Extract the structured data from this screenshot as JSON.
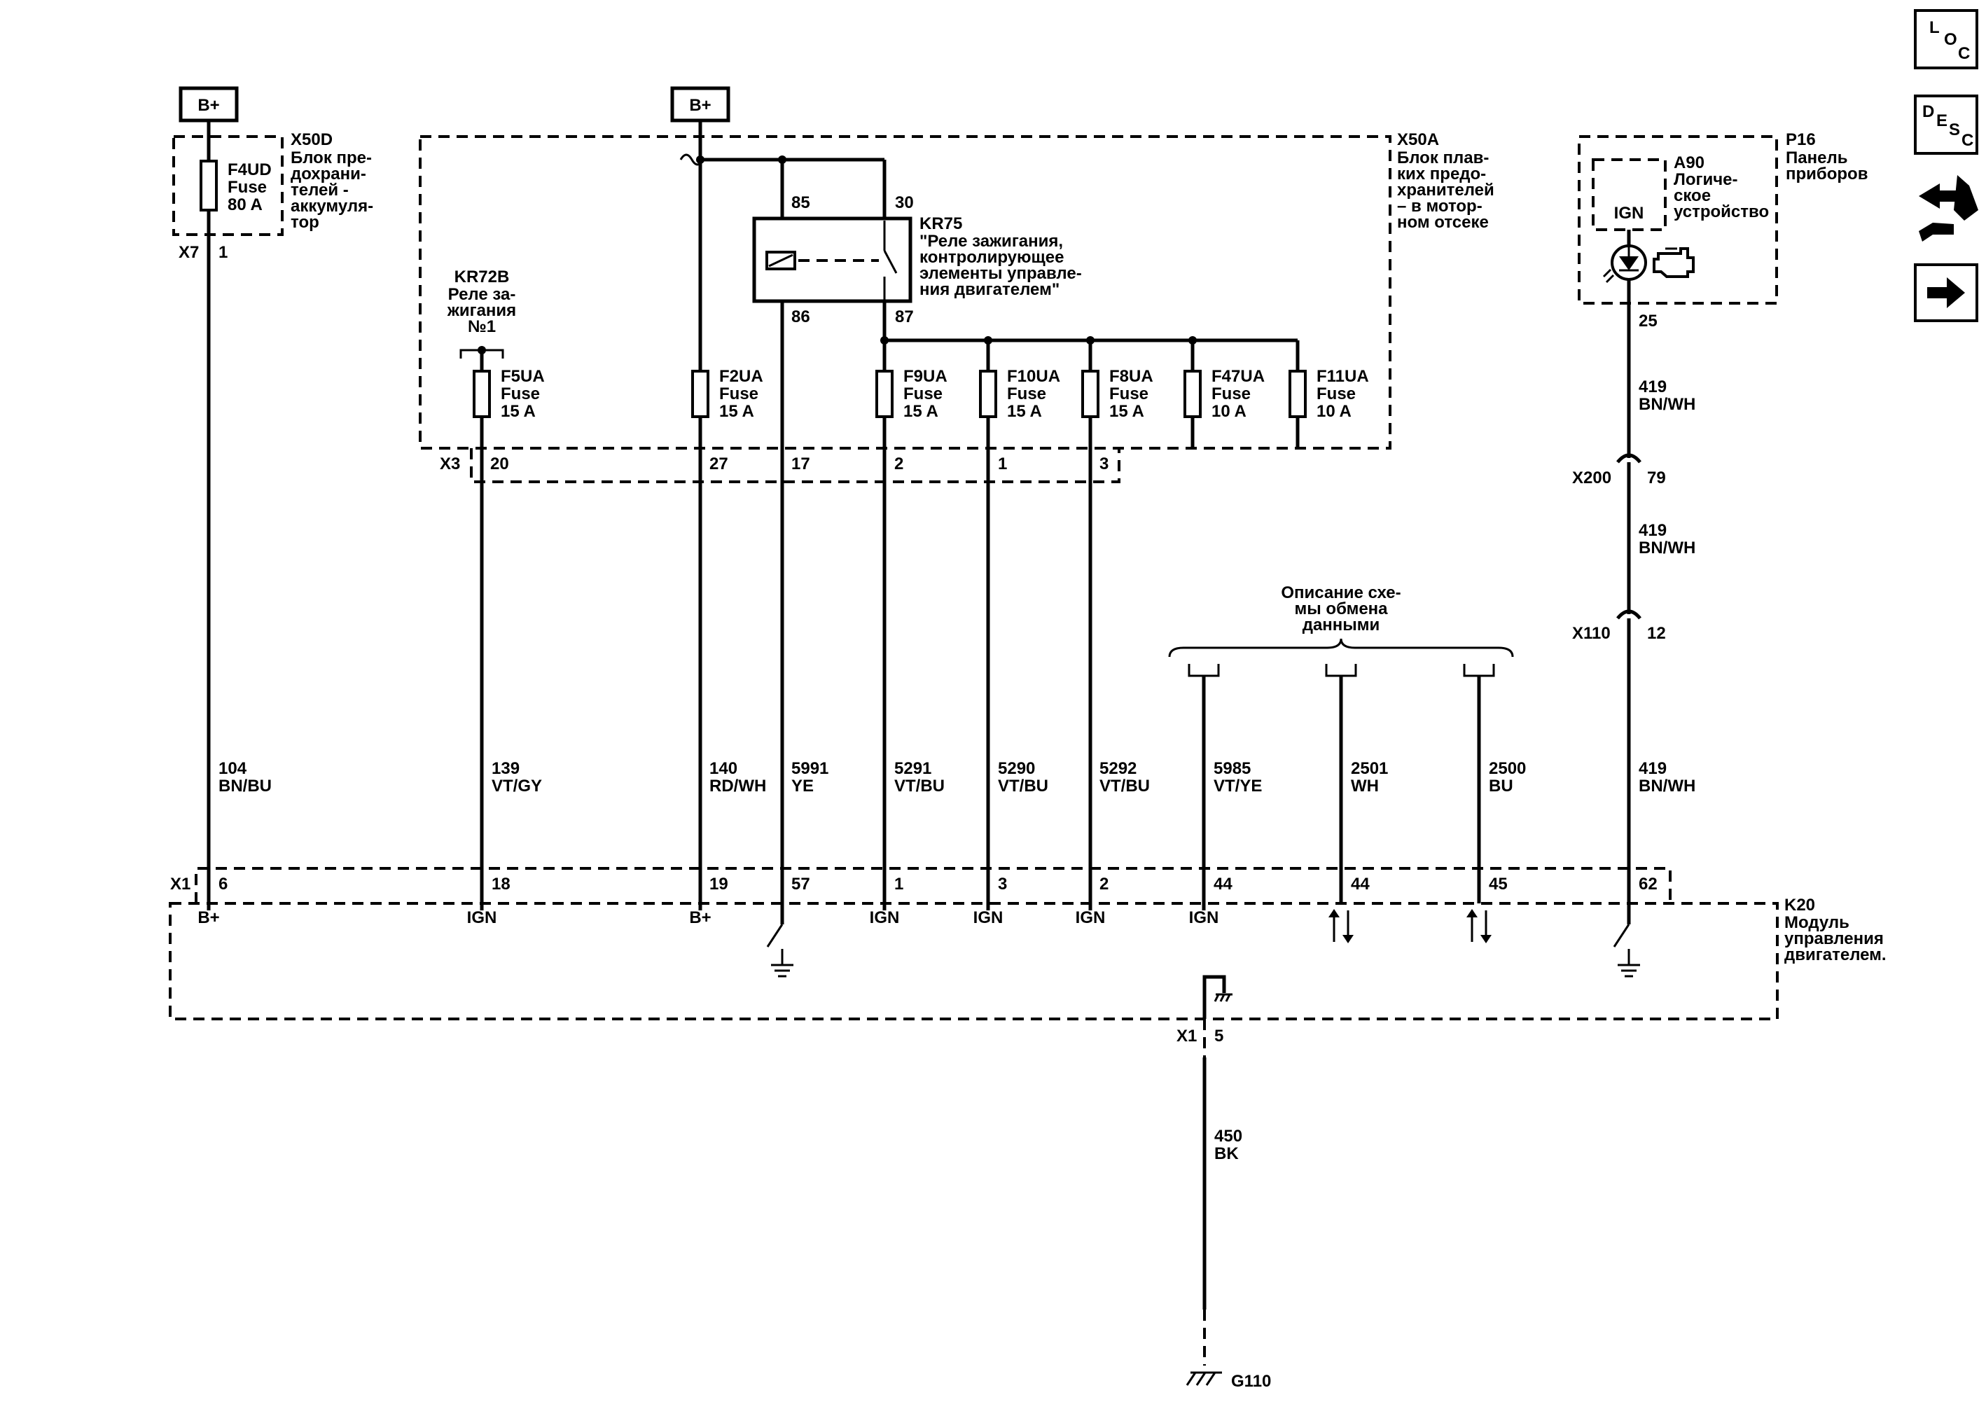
{
  "power": {
    "bplus_left": "B+",
    "bplus_mid": "B+"
  },
  "x50d": {
    "id": "X50D",
    "desc": [
      "Блок пре-",
      "дохрани-",
      "телей -",
      "аккумуля-",
      "тор"
    ],
    "connector": "X7",
    "pin": "1",
    "fuse": {
      "name": "F4UD",
      "type": "Fuse",
      "rating": "80 A"
    }
  },
  "x50a": {
    "id": "X50A",
    "desc": [
      "Блок плав-",
      "ких предо-",
      "хранителей",
      "– в мотор-",
      "ном отсеке"
    ],
    "connector": "X3"
  },
  "kr72b": {
    "id": "KR72B",
    "desc": [
      "Реле за-",
      "жигания",
      "№1"
    ]
  },
  "kr75": {
    "id": "KR75",
    "desc": [
      "\"Реле зажигания,",
      "контролирующее",
      "элементы управле-",
      "ния двигателем\""
    ],
    "pins": {
      "p85": "85",
      "p30": "30",
      "p86": "86",
      "p87": "87"
    }
  },
  "fuses": [
    {
      "name": "F5UA",
      "type": "Fuse",
      "rating": "15 A"
    },
    {
      "name": "F2UA",
      "type": "Fuse",
      "rating": "15 A"
    },
    {
      "name": "F9UA",
      "type": "Fuse",
      "rating": "15 A"
    },
    {
      "name": "F10UA",
      "type": "Fuse",
      "rating": "15 A"
    },
    {
      "name": "F8UA",
      "type": "Fuse",
      "rating": "15 A"
    },
    {
      "name": "F47UA",
      "type": "Fuse",
      "rating": "10 A"
    },
    {
      "name": "F11UA",
      "type": "Fuse",
      "rating": "10 A"
    }
  ],
  "x3_pins": [
    "20",
    "27",
    "17",
    "2",
    "1",
    "3"
  ],
  "wires": [
    {
      "num": "104",
      "color": "BN/BU"
    },
    {
      "num": "139",
      "color": "VT/GY"
    },
    {
      "num": "140",
      "color": "RD/WH"
    },
    {
      "num": "5991",
      "color": "YE"
    },
    {
      "num": "5291",
      "color": "VT/BU"
    },
    {
      "num": "5290",
      "color": "VT/BU"
    },
    {
      "num": "5292",
      "color": "VT/BU"
    },
    {
      "num": "5985",
      "color": "VT/YE"
    },
    {
      "num": "2501",
      "color": "WH"
    },
    {
      "num": "2500",
      "color": "BU"
    },
    {
      "num": "419",
      "color": "BN/WH"
    }
  ],
  "comm": {
    "desc": [
      "Описание схе-",
      "мы обмена",
      "данными"
    ]
  },
  "x1": {
    "connector": "X1",
    "pins": [
      "6",
      "18",
      "19",
      "57",
      "1",
      "3",
      "2",
      "44",
      "44",
      "45",
      "62"
    ],
    "funcs": [
      "B+",
      "IGN",
      "B+",
      "IGN",
      "IGN",
      "IGN",
      "IGN"
    ]
  },
  "k20": {
    "id": "K20",
    "desc": [
      "Модуль",
      "управления",
      "двигателем."
    ],
    "ground_connector": "X1",
    "ground_pin": "5"
  },
  "ground_wire": {
    "num": "450",
    "color": "BK"
  },
  "ground": {
    "id": "G110"
  },
  "p16": {
    "id": "P16",
    "desc": [
      "Панель",
      "приборов"
    ],
    "pin": "25"
  },
  "a90": {
    "id": "A90",
    "desc": [
      "Логиче-",
      "ское",
      "устройство"
    ],
    "ign": "IGN"
  },
  "x200": {
    "id": "X200",
    "pin": "79"
  },
  "x110": {
    "id": "X110",
    "pin": "12"
  },
  "wire419": [
    {
      "num": "419",
      "color": "BN/WH"
    },
    {
      "num": "419",
      "color": "BN/WH"
    }
  ],
  "nav": {
    "loc": [
      "L",
      "O",
      "C"
    ],
    "desc": [
      "D",
      "E",
      "S",
      "C"
    ]
  }
}
